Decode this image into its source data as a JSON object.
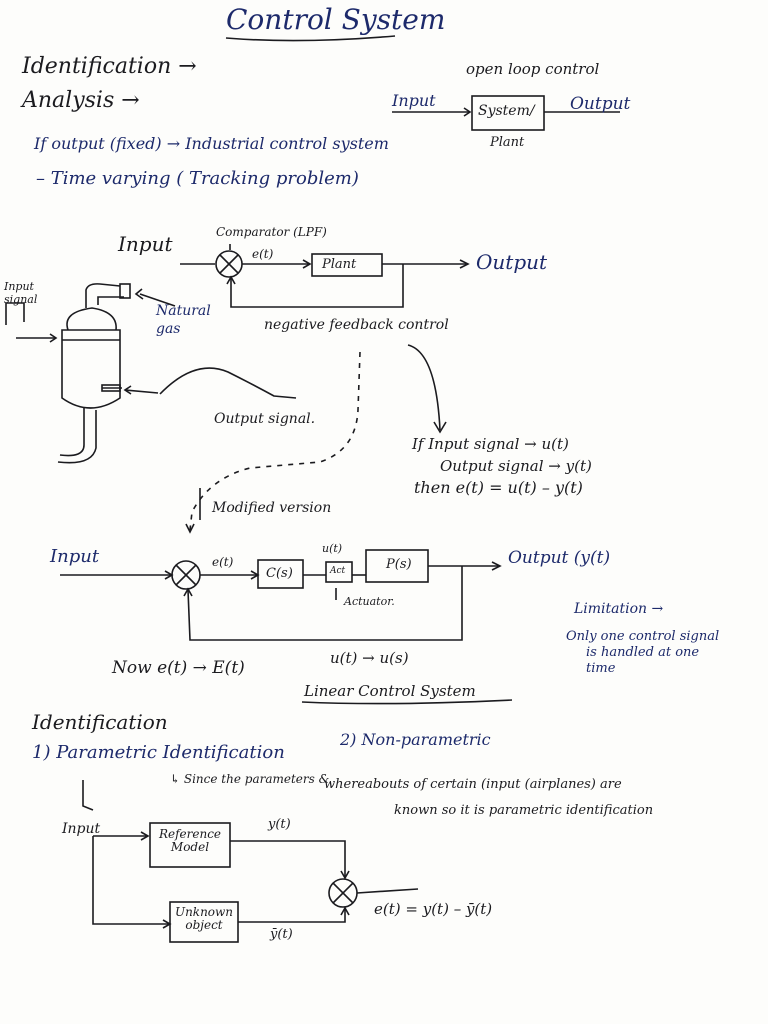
{
  "title": "Control System",
  "notes": {
    "identification": "Identification →",
    "analysis": "Analysis →",
    "if_output": "If output (fixed) → Industrial control system",
    "time_varying": "– Time varying ( Tracking problem)",
    "open_loop_label": "open loop control",
    "open_input": "Input",
    "open_system": "System/",
    "open_output": "Output",
    "open_plant": "Plant"
  },
  "feedback": {
    "input": "Input",
    "comparator": "Comparator (LPF)",
    "error": "e(t)",
    "plant": "Plant",
    "output": "Output",
    "negative_feedback": "negative feedback control",
    "input_signal": "Input signal",
    "natural_gas": "Natural gas",
    "output_signal": "Output signal."
  },
  "equations": {
    "if_input": "If Input signal → u(t)",
    "output_signal": "Output signal → y(t)",
    "then": "then e(t) = u(t) – y(t)"
  },
  "modified": {
    "label": "Modified version",
    "input": "Input",
    "error": "e(t)",
    "controller": "C(s)",
    "control_signal": "u(t)",
    "actuator_box": "Act",
    "plant": "P(s)",
    "output": "Output (y(t)",
    "actuator": "Actuator.",
    "now": "Now e(t) → E(t)",
    "u_transform": "u(t) → u(s)",
    "linear": "Linear Control System",
    "limitation_title": "Limitation →",
    "limitation_1": "Only one control signal",
    "limitation_2": "is handled at one",
    "limitation_3": "time"
  },
  "ident": {
    "heading": "Identification",
    "param": "1) Parametric Identification",
    "nonparam": "2) Non-parametric",
    "since": "↳ Since the parameters &",
    "whereabouts": "whereabouts of certain (input (airplanes) are",
    "known": "known so it is parametric identification",
    "input": "Input",
    "reference_1": "Reference",
    "reference_2": "Model",
    "yt": "y(t)",
    "unknown_1": "Unknown",
    "unknown_2": "object",
    "ybar": "ȳ(t)",
    "error_eq": "e(t) = y(t) – ȳ(t)"
  }
}
